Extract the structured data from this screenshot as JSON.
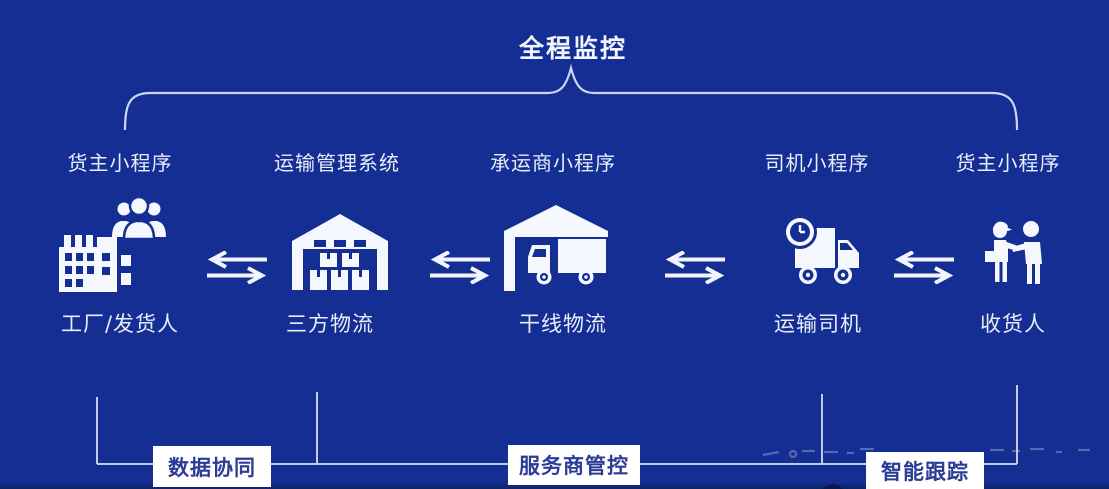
{
  "title": "全程监控",
  "columns": [
    {
      "top_label": "货主小程序",
      "icon": "factory-people-icon",
      "bottom_label": "工厂/发货人"
    },
    {
      "top_label": "运输管理系统",
      "icon": "warehouse-icon",
      "bottom_label": "三方物流"
    },
    {
      "top_label": "承运商小程序",
      "icon": "warehouse-truck-icon",
      "bottom_label": "干线物流"
    },
    {
      "top_label": "司机小程序",
      "icon": "truck-clock-icon",
      "bottom_label": "运输司机"
    },
    {
      "top_label": "货主小程序",
      "icon": "handshake-icon",
      "bottom_label": "收货人"
    }
  ],
  "bottom_tags": [
    {
      "label": "数据协同"
    },
    {
      "label": "服务商管控"
    },
    {
      "label": "智能跟踪"
    }
  ],
  "colors": {
    "background": "#142e93",
    "line": "#ccd7f2",
    "text": "#e8edfa",
    "icon": "#f5f8ff",
    "tag_background": "#ffffff",
    "tag_text": "#2b3c96"
  }
}
